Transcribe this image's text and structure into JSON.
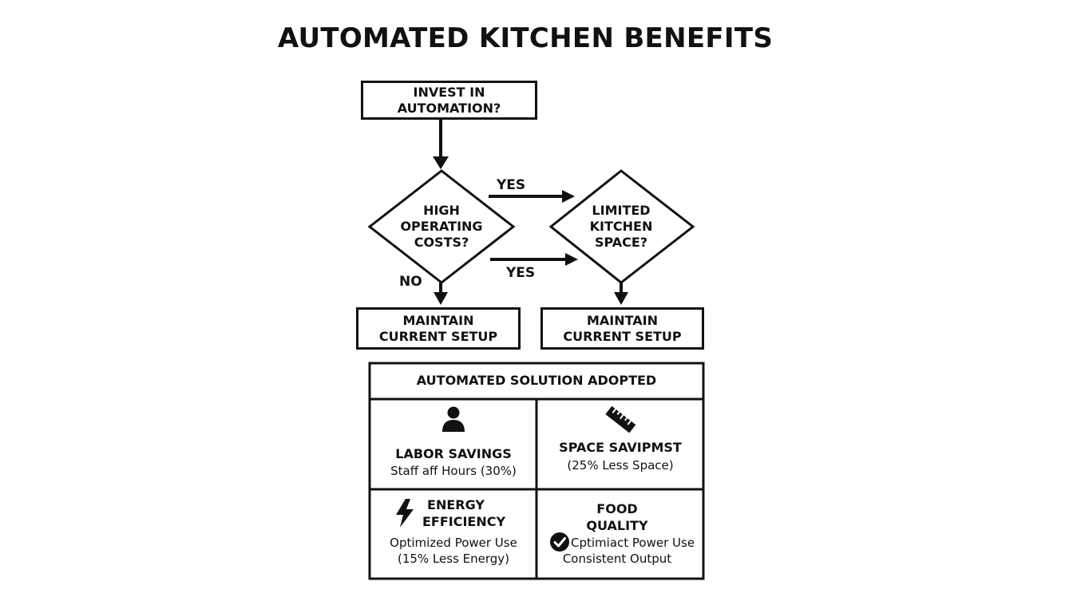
{
  "title": "AUTOMATED KITCHEN BENEFITS",
  "start_box": "INVEST IN AUTOMATION?",
  "decision_1": {
    "lines": [
      "HIGH",
      "OPERATING",
      "COSTS?"
    ]
  },
  "decision_2": {
    "lines": [
      "LIMITED",
      "KITCHEN",
      "SPACE?"
    ]
  },
  "edges": {
    "yes_upper": "YES",
    "yes_lower": "YES",
    "no": "NO"
  },
  "outcome_left": {
    "lines": [
      "MAINTAIN",
      "CURRENT SETUP"
    ]
  },
  "outcome_right": {
    "lines": [
      "MAINTAIN",
      "CURRENT SETUP"
    ]
  },
  "solution": {
    "header": "AUTOMATED SOLUTION ADOPTED",
    "cells": [
      {
        "icon": "person-icon",
        "title": "LABOR SAVINGS",
        "sub": [
          "Staff aff Hours (30%)"
        ]
      },
      {
        "icon": "ruler-icon",
        "title": "SPACE SAVIPMST",
        "sub": [
          "(25% Less Space)"
        ]
      },
      {
        "icon": "lightning-icon",
        "title_lines": [
          "ENERGY",
          "EFFICIENCY"
        ],
        "sub": [
          "Optimized Power Use",
          "(15% Less Energy)"
        ]
      },
      {
        "icon": "check-circle-icon",
        "title_lines": [
          "FOOD",
          "QUALITY"
        ],
        "sub": [
          "Cptimiact Power Use",
          "Consistent Output"
        ]
      }
    ]
  }
}
